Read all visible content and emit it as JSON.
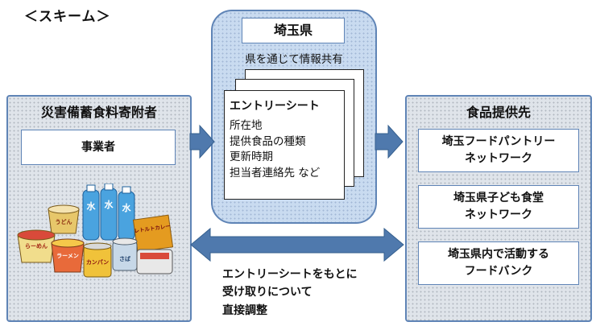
{
  "heading": "＜スキーム＞",
  "left": {
    "title": "災害備蓄食料寄附者",
    "box_label": "事業者",
    "illustration_texts": [
      "水",
      "水",
      "水",
      "うどん",
      "レトルトカレー",
      "らーめん",
      "ラーメン",
      "カンパン",
      "さば"
    ]
  },
  "center": {
    "title": "埼玉県",
    "subtitle": "県を通じて情報共有",
    "doc_title": "エントリーシート",
    "doc_items": "所在地\n提供食品の種類\n更新時期\n担当者連絡先 など"
  },
  "right": {
    "title": "食品提供先",
    "boxes": [
      "埼玉フードパントリー\nネットワーク",
      "埼玉県子ども食堂\nネットワーク",
      "埼玉県内で活動する\nフードバンク"
    ]
  },
  "bottom_text": "エントリーシートをもとに\n受け取りについて\n直接調整",
  "colors": {
    "border_blue": "#5f84b6",
    "arrow_blue": "#4f79ad",
    "panel_bg": "#dfe4ea",
    "center_bg": "#c9dbf0"
  }
}
